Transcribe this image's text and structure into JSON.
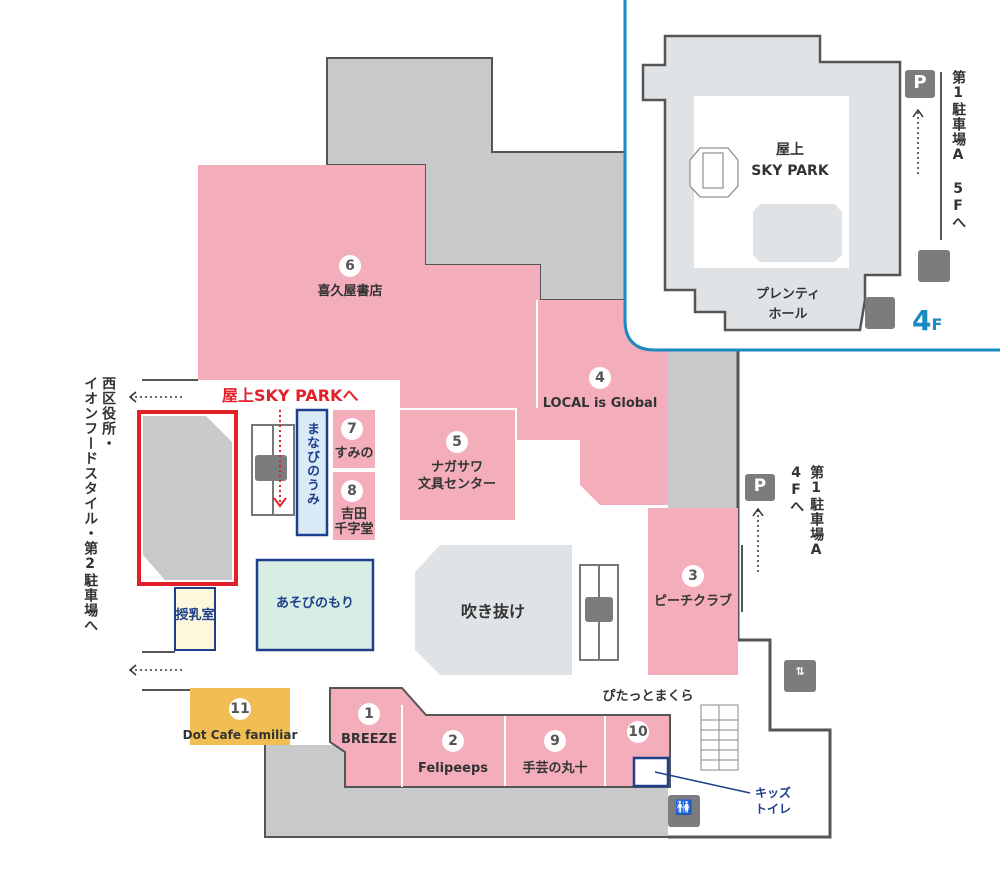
{
  "floor": {
    "number": "4",
    "unit": "F"
  },
  "inset": {
    "area_label_1": "屋上",
    "area_label_2": "SKY PARK",
    "hall_line1": "プレンティ",
    "hall_line2": "ホール",
    "parking_direction": "第1駐車場A 5Fへ",
    "parking_icon": "P"
  },
  "stores": [
    {
      "num": "1",
      "name": "BREEZE"
    },
    {
      "num": "2",
      "name": "Felipeeps"
    },
    {
      "num": "3",
      "name": "ピーチクラブ"
    },
    {
      "num": "4",
      "name": "LOCAL is Global"
    },
    {
      "num": "5",
      "name_line1": "ナガサワ",
      "name_line2": "文具センター"
    },
    {
      "num": "6",
      "name": "喜久屋書店"
    },
    {
      "num": "7",
      "name": "すみの"
    },
    {
      "num": "8",
      "name_line1": "吉田",
      "name_line2": "千字堂"
    },
    {
      "num": "9",
      "name": "手芸の丸十"
    },
    {
      "num": "10",
      "name": "ぴたっとまくら"
    },
    {
      "num": "11",
      "name": "Dot Cafe familiar"
    }
  ],
  "facilities": {
    "manabi": "まなびのうみ",
    "asobi": "あそびのもり",
    "nursing": "授乳室",
    "atrium": "吹き抜け",
    "kids_toilet_1": "キッズ",
    "kids_toilet_2": "トイレ",
    "parking_icon": "P"
  },
  "directions": {
    "sky_park": "屋上SKY PARKへ",
    "left_line1": "西区役所・",
    "left_line2": "イオンフードスタイル・第2駐車場へ",
    "right_parking": "第1駐車場A",
    "right_parking_floor": "4Fへ"
  },
  "colors": {
    "store": "#f4aebb",
    "accent_red": "#e2202a",
    "navy": "#1e3f8c",
    "floor_blue": "#1a8ac2"
  }
}
